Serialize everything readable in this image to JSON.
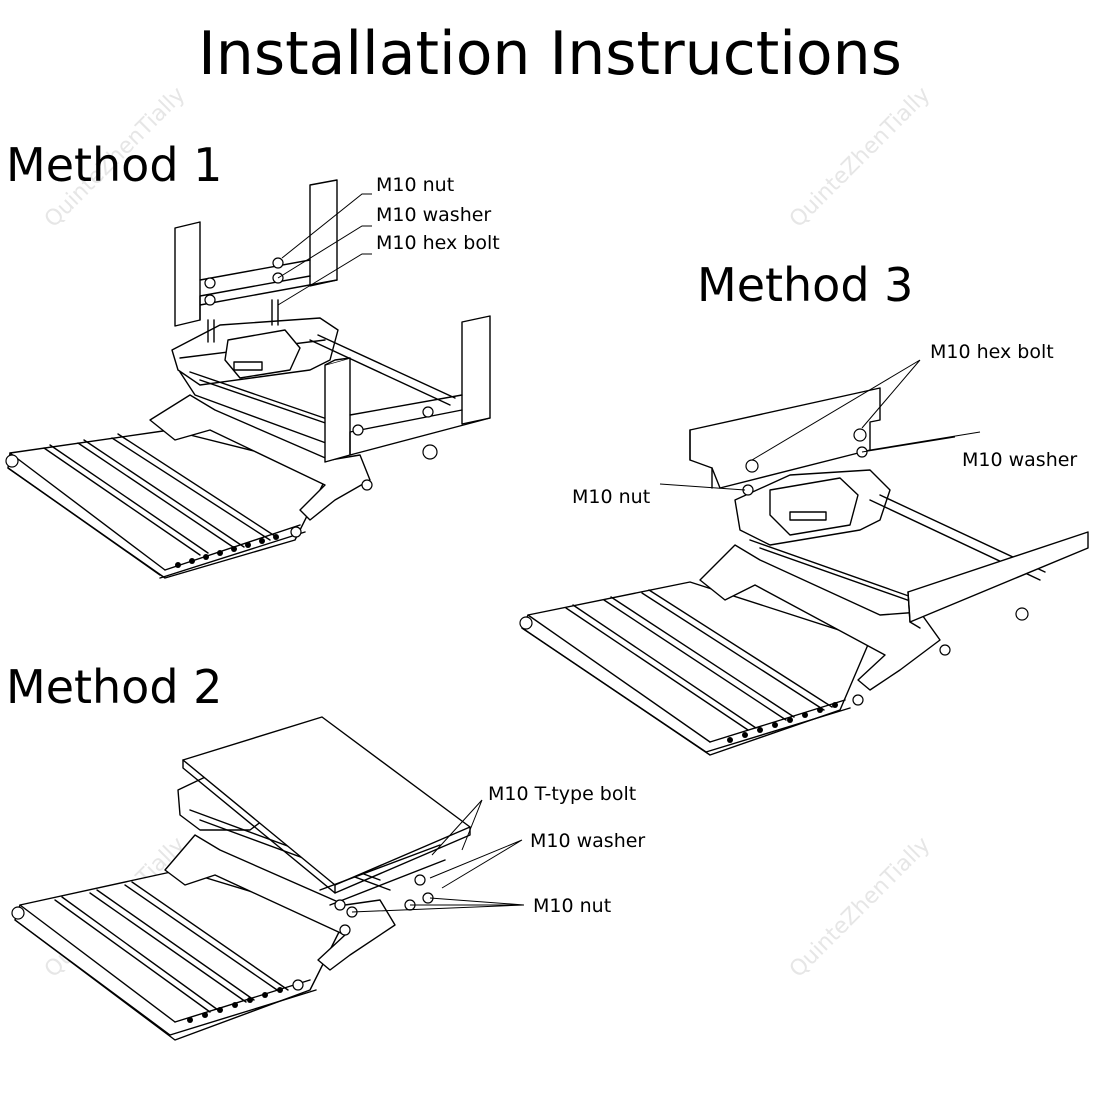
{
  "title": "Installation Instructions",
  "watermark": "QuinteZhenTially",
  "methods": [
    {
      "label": "Method 1",
      "callouts": [
        "M10 nut",
        "M10 washer",
        "M10 hex bolt"
      ]
    },
    {
      "label": "Method 2",
      "callouts": [
        "M10 T-type bolt",
        "M10 washer",
        "M10 nut"
      ]
    },
    {
      "label": "Method 3",
      "callouts": [
        "M10 hex bolt",
        "M10 washer",
        "M10 nut"
      ]
    }
  ],
  "colors": {
    "line": "#000000",
    "background": "#ffffff",
    "watermark": "#e6e6e6"
  }
}
